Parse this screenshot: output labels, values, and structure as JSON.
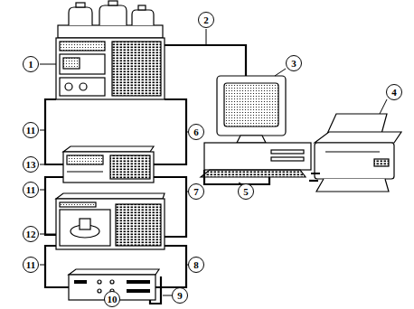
{
  "diagram": {
    "labels": [
      "1",
      "2",
      "3",
      "4",
      "11",
      "6",
      "13",
      "5",
      "11",
      "7",
      "12",
      "11",
      "8",
      "9",
      "10"
    ]
  }
}
